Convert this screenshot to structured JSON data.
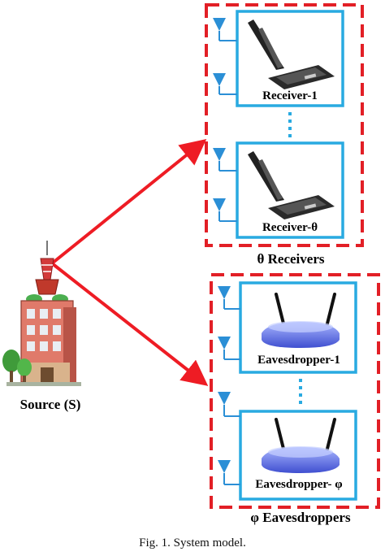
{
  "source": {
    "label": "Source (S)",
    "icon": "tower-building-icon"
  },
  "receivers_group": {
    "label": "θ Receivers",
    "receivers": [
      {
        "label": "Receiver-1",
        "icon": "laptop-icon"
      },
      {
        "label": "Receiver-θ",
        "icon": "laptop-icon"
      }
    ]
  },
  "eavesdroppers_group": {
    "label": "φ Eavesdroppers",
    "eavesdroppers": [
      {
        "label": "Eavesdropper-1",
        "icon": "wifi-router-icon"
      },
      {
        "label": "Eavesdropper- φ",
        "icon": "wifi-router-icon"
      }
    ]
  },
  "caption": "Fig. 1.  System model.",
  "colors": {
    "group_border": "#e21f26",
    "device_border": "#29aae1",
    "arrow": "#ee1c24",
    "antenna": "#2b8fd6"
  }
}
